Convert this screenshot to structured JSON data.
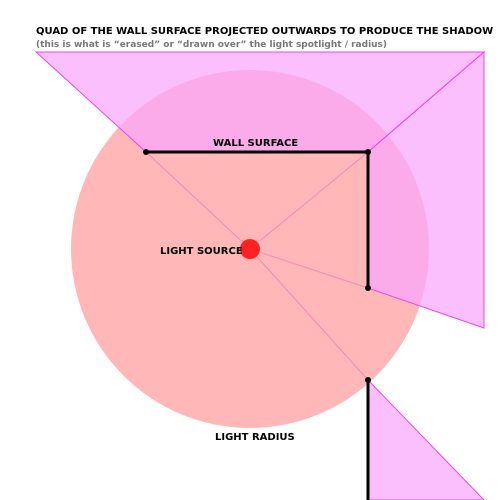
{
  "title": "QUAD OF THE WALL SURFACE PROJECTED OUTWARDS TO PRODUCE THE SHADOW",
  "subtitle": "(this is what is “erased” or “drawn over” the light spotlight / radius)",
  "labels": {
    "wall_surface": "WALL SURFACE",
    "light_source": "LIGHT SOURCE",
    "light_radius": "LIGHT RADIUS"
  },
  "colors": {
    "light_radius_fill": "#ffb7b7",
    "shadow_fill": "#f9a6fc",
    "shadow_stroke": "#ee44ee",
    "ray": "#f28ac2",
    "wall": "#000000",
    "light_source": "#ff2222"
  }
}
